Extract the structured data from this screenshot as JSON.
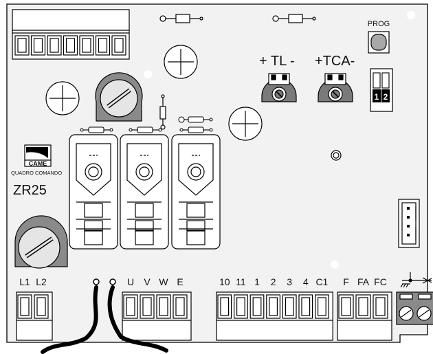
{
  "board": {
    "brand": "CAME",
    "subtitle": "QUADRO COMANDO",
    "model": "ZR25",
    "prog_label": "PROG",
    "tl_label": "+ TL -",
    "tca_label": "+TCA-",
    "dip_labels": [
      "1",
      "2"
    ]
  },
  "terminals": {
    "power": [
      "L1",
      "L2"
    ],
    "motor": [
      "U",
      "V",
      "W",
      "E"
    ],
    "controls": [
      "10",
      "11",
      "1",
      "2",
      "3",
      "4",
      "C1"
    ],
    "limits": [
      "F",
      "FA",
      "FC"
    ]
  },
  "colors": {
    "board": "#f2f2f2",
    "outline": "#000000",
    "pot": "#7a7a7a",
    "button": "#a8a8a8",
    "wire": "#000000"
  }
}
